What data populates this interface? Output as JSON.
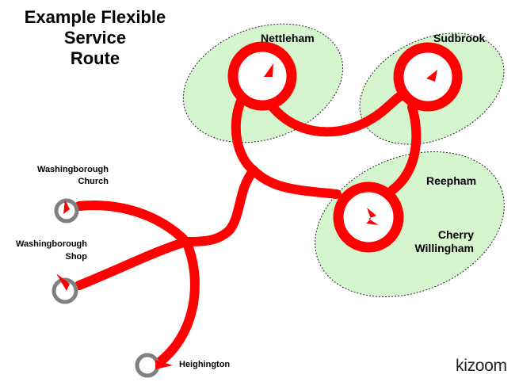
{
  "title": {
    "lines": [
      "Example Flexible",
      "Service",
      "Route"
    ]
  },
  "zones": [
    {
      "label": "Nettleham"
    },
    {
      "label": "Sudbrook"
    },
    {
      "label": "Reepham"
    },
    {
      "label": "Cherry Willingham",
      "lines": [
        "Cherry",
        "Willingham"
      ]
    }
  ],
  "stops": [
    {
      "label": "Washingborough Church",
      "lines": [
        "Washingborough",
        "Church"
      ]
    },
    {
      "label": "Washingborough Shop",
      "lines": [
        "Washingborough",
        "Shop"
      ]
    },
    {
      "label": "Heighington"
    }
  ],
  "logo": "kizoom",
  "colors": {
    "route": "#ff0000",
    "zone_fill": "#d5f5cf",
    "zone_border": "#222222",
    "stop_ring": "#808080",
    "hub_center": "#ffffff",
    "marker": "#ff0000"
  }
}
